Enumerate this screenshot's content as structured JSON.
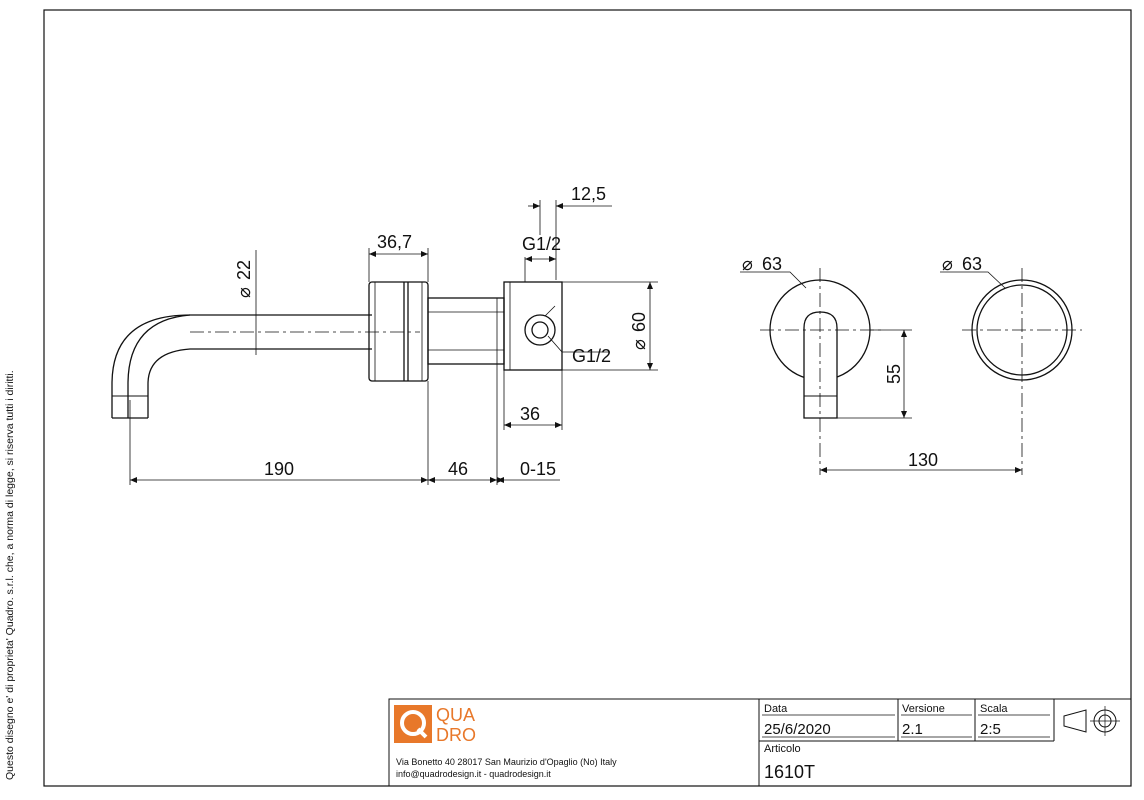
{
  "side_note": "Questo disegno e' di proprieta' Quadro. s.r.l. che, a norma di legge, si riserva tutti i diritti.",
  "dimensions": {
    "d_12_5": "12,5",
    "d_36_7": "36,7",
    "thread_top": "G1/2",
    "thread_right": "G1/2",
    "dia_22": "22",
    "dia_60": "60",
    "d_36": "36",
    "d_190": "190",
    "d_46": "46",
    "d_0_15": "0-15",
    "dia_63_front": "63",
    "dia_63_cap": "63",
    "d_55": "55",
    "d_130": "130"
  },
  "title_block": {
    "logo_top": "QUA",
    "logo_bottom": "DRO",
    "address": "Via Bonetto 40  28017 San Maurizio d'Opaglio (No) Italy",
    "contacts": "info@quadrodesign.it  -  quadrodesign.it",
    "data_label": "Data",
    "data_value": "25/6/2020",
    "versione_label": "Versione",
    "versione_value": "2.1",
    "scala_label": "Scala",
    "scala_value": "2:5",
    "articolo_label": "Articolo",
    "articolo_value": "1610T"
  },
  "colors": {
    "brand": "#E8782A",
    "line": "#111111"
  }
}
